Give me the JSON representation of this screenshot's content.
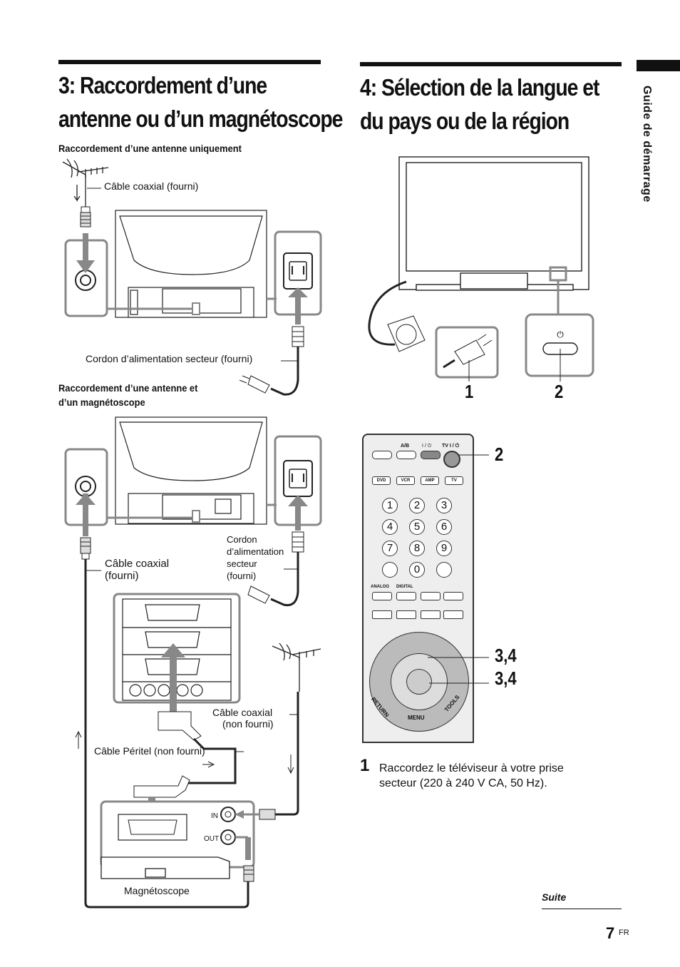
{
  "section3": {
    "title_line1": "3: Raccordement d’une",
    "title_line2": "antenne ou d’un magnétoscope",
    "sub1": "Raccordement d’une antenne uniquement",
    "sub2_line1": "Raccordement d’une antenne et",
    "sub2_line2": "d’un magnétoscope",
    "coax_supplied": "Câble coaxial (fourni)",
    "power_cord_supplied": "Cordon d’alimentation secteur (fourni)",
    "coax2_line1": "Câble coaxial",
    "coax2_line2": "(fourni)",
    "cord_line1": "Cordon",
    "cord_line2": "d’alimentation",
    "cord_line3": "secteur",
    "cord_line4": "(fourni)",
    "coax_not_line1": "Câble coaxial",
    "coax_not_line2": "(non fourni)",
    "scart_cable": "Câble Péritel (non fourni)",
    "vcr_in": "IN",
    "vcr_out": "OUT",
    "vcr": "Magnétoscope"
  },
  "section4": {
    "title_line1": "4: Sélection de la langue et",
    "title_line2": "du pays ou de la région",
    "callout1": "1",
    "callout2": "2",
    "callout_remote_2": "2",
    "callout_34a": "3,4",
    "callout_34b": "3,4",
    "step_number": "1",
    "step_line1": "Raccordez le téléviseur à votre prise",
    "step_line2": "secteur (220 à 240 V CA, 50 Hz)."
  },
  "remote": {
    "ab": "A/B",
    "power_sym": "I / ⏻",
    "tv_power": "TV I / ⏻",
    "dvd": "DVD",
    "vcr": "VCR",
    "amp": "AMP",
    "tv": "TV",
    "digits": [
      "1",
      "2",
      "3",
      "4",
      "5",
      "6",
      "7",
      "8",
      "9",
      "0"
    ],
    "analog": "ANALOG",
    "digital": "DIGITAL",
    "return": "RETURN",
    "menu": "MENU",
    "tools": "TOOLS"
  },
  "side_tab": "Guide de démarrage",
  "footer": {
    "suite": "Suite",
    "page_number": "7",
    "page_lang": "FR"
  }
}
